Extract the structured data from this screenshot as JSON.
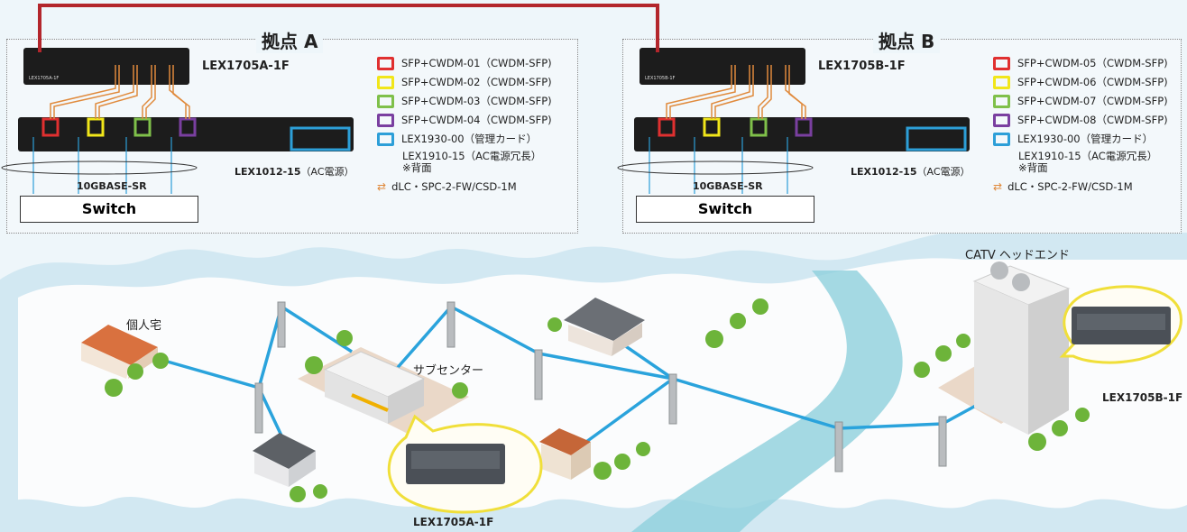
{
  "colors": {
    "red": "#e03030",
    "yellow": "#f1e61a",
    "green": "#7fc04a",
    "purple": "#7a3fa0",
    "blue": "#2d9fd8",
    "link": "#b3262c",
    "fiber": "#e08a3c",
    "net": "#2aa3dc"
  },
  "site_a": {
    "title": "拠点 A",
    "device_top": "LEX1705A-1F",
    "device_top_mini": "LEX1705A-1F",
    "chassis": "LEX1012-15",
    "chassis_suffix": "（AC電源）",
    "network_label": "10GBASE-SR",
    "switch_label": "Switch",
    "legend": [
      {
        "text": "SFP+CWDM-01（CWDM-SFP)",
        "color": "red"
      },
      {
        "text": "SFP+CWDM-02（CWDM-SFP)",
        "color": "yellow"
      },
      {
        "text": "SFP+CWDM-03（CWDM-SFP)",
        "color": "green"
      },
      {
        "text": "SFP+CWDM-04（CWDM-SFP)",
        "color": "purple"
      },
      {
        "text": "LEX1930-00（管理カード）",
        "color": "blue"
      }
    ],
    "note_line1": "LEX1910-15（AC電源冗長）",
    "note_line2": "※背面",
    "cable": "dLC・SPC-2-FW/CSD-1M"
  },
  "site_b": {
    "title": "拠点 B",
    "device_top": "LEX1705B-1F",
    "device_top_mini": "LEX1705B-1F",
    "chassis": "LEX1012-15",
    "chassis_suffix": "（AC電源）",
    "network_label": "10GBASE-SR",
    "switch_label": "Switch",
    "legend": [
      {
        "text": "SFP+CWDM-05（CWDM-SFP)",
        "color": "red"
      },
      {
        "text": "SFP+CWDM-06（CWDM-SFP)",
        "color": "yellow"
      },
      {
        "text": "SFP+CWDM-07（CWDM-SFP)",
        "color": "green"
      },
      {
        "text": "SFP+CWDM-08（CWDM-SFP)",
        "color": "purple"
      },
      {
        "text": "LEX1930-00（管理カード）",
        "color": "blue"
      }
    ],
    "note_line1": "LEX1910-15（AC電源冗長）",
    "note_line2": "※背面",
    "cable": "dLC・SPC-2-FW/CSD-1M"
  },
  "map": {
    "house_label": "個人宅",
    "subcenter_label": "サブセンター",
    "headend_label": "CATV ヘッドエンド",
    "device_a_label": "LEX1705A-1F",
    "device_b_label": "LEX1705B-1F"
  }
}
